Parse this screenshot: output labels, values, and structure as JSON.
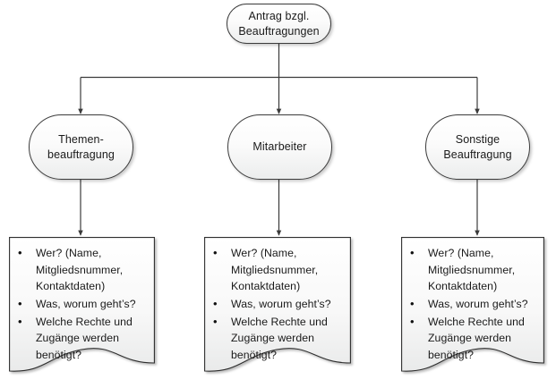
{
  "diagram": {
    "title_node": {
      "id": "antrag",
      "label": "Antrag bzgl.\nBeauftragungen"
    },
    "branch_nodes": [
      {
        "id": "themenbeauftragung",
        "label": "Themen-\nbeauftragung"
      },
      {
        "id": "mitarbeiter",
        "label": "Mitarbeiter"
      },
      {
        "id": "sonstige-beauftragung",
        "label": "Sonstige\nBeauftragung"
      }
    ],
    "documents": [
      {
        "id": "doc-themenbeauftragung",
        "bullets": [
          "Wer? (Name, Mitgliedsnummer, Kontaktdaten)",
          "Was, worum geht’s?",
          "Welche Rechte und Zugänge werden benötigt?"
        ]
      },
      {
        "id": "doc-mitarbeiter",
        "bullets": [
          "Wer? (Name, Mitgliedsnummer, Kontaktdaten)",
          "Was, worum geht’s?",
          "Welche Rechte und Zugänge werden benötigt?"
        ]
      },
      {
        "id": "doc-sonstige-beauftragung",
        "bullets": [
          "Wer? (Name, Mitgliedsnummer, Kontaktdaten)",
          "Was, worum geht’s?",
          "Welche Rechte und Zugänge werden benötigt?"
        ]
      }
    ],
    "colors": {
      "background": "#ffffff",
      "node_stroke": "#3b3b3b",
      "node_fill_top": "#ffffff",
      "node_fill_bottom": "#eceded",
      "connector": "#3b3b3b",
      "text": "#1a1a1a"
    }
  }
}
